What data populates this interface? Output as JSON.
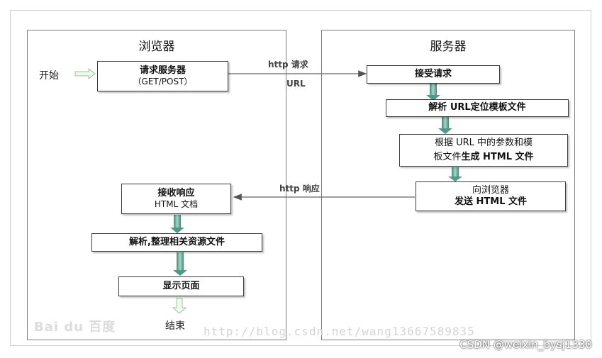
{
  "browser": {
    "title": "浏览器",
    "start_label": "开始",
    "request_box": {
      "line1": "请求服务器",
      "line2": "（GET/POST）"
    },
    "receive_box": {
      "line1": "接收响应",
      "line2": "HTML 文档"
    },
    "parse_box": "解析,整理相关资源文件",
    "display_box": "显示页面",
    "end_label": "结束"
  },
  "server": {
    "title": "服务器",
    "accept_box": "接受请求",
    "parse_url_box": "解析 URL定位模板文件",
    "generate_box": {
      "line1": "根据 URL 中的参数和模",
      "line2_normal": "板文件",
      "line2_bold": "生成 HTML 文件"
    },
    "send_box": {
      "line1": "向浏览器",
      "line2": "发送 HTML 文件"
    }
  },
  "arrows": {
    "request_label": "http 请求",
    "url_label": "URL",
    "response_label": "http 响应"
  },
  "watermarks": {
    "logo_text": "Bai du 百度",
    "url_text": "http://blog.csdn.net/wang13667589835",
    "credit": "CSDN @weixin_bysj1330"
  }
}
